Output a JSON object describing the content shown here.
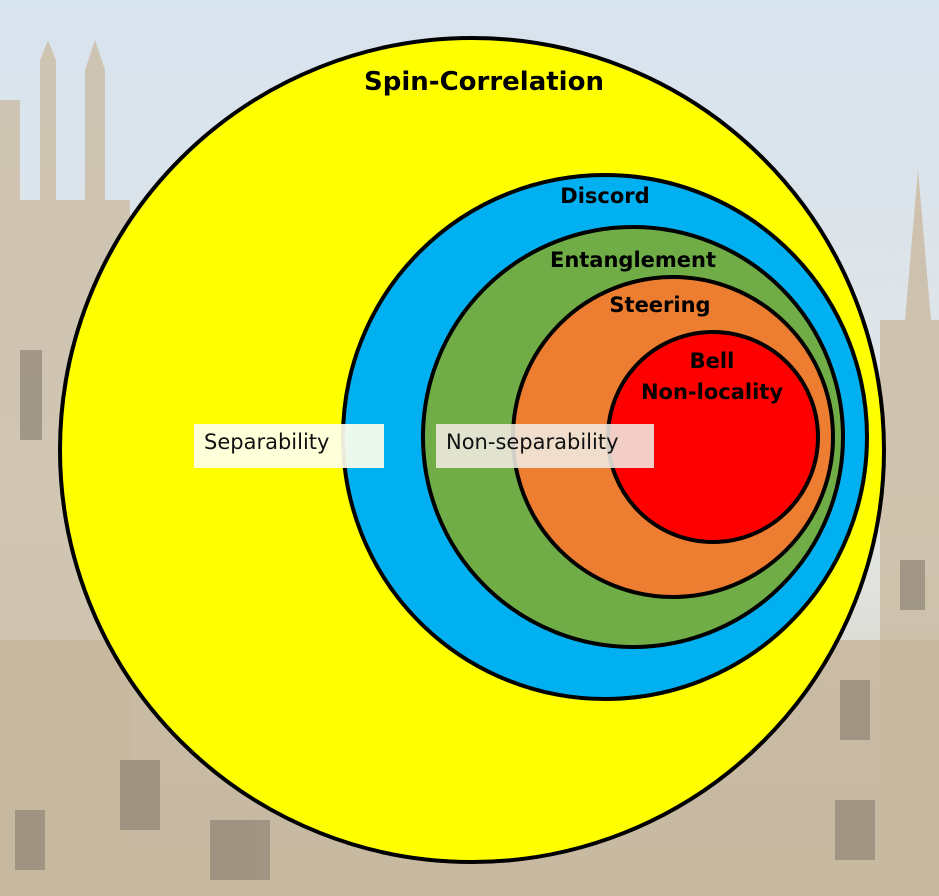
{
  "diagram": {
    "sets": [
      {
        "label": "Spin-Correlation",
        "color": "#ffff00"
      },
      {
        "label": "Discord",
        "color": "#00b0f0"
      },
      {
        "label": "Entanglement",
        "color": "#70ad47"
      },
      {
        "label": "Steering",
        "color": "#ed7d31"
      },
      {
        "label_line1": "Bell",
        "label_line2": "Non-locality",
        "color": "#ff0000"
      }
    ],
    "regions": {
      "separability": "Separability",
      "non_separability": "Non-separability"
    },
    "background_description": "stone college building"
  }
}
